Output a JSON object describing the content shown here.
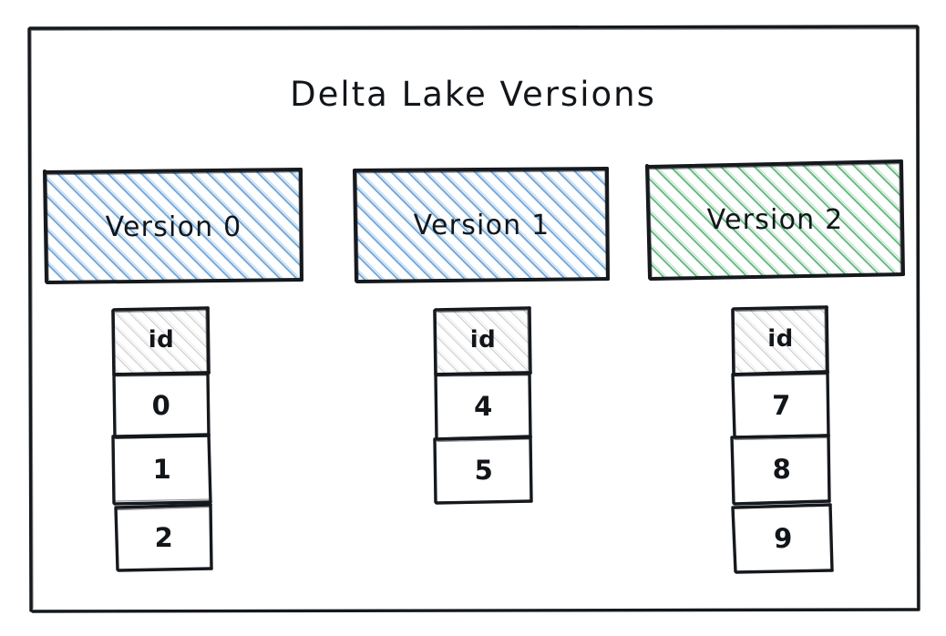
{
  "diagram": {
    "title": "Delta Lake Versions",
    "frame": {
      "label": "outer-frame"
    },
    "versions": [
      {
        "label": "Version 0",
        "fill_color": "#5b9bd5",
        "hatch": "diagonal"
      },
      {
        "label": "Version 1",
        "fill_color": "#5b9bd5",
        "hatch": "diagonal"
      },
      {
        "label": "Version 2",
        "fill_color": "#46ab68",
        "hatch": "diagonal"
      }
    ],
    "tables": [
      {
        "header": "id",
        "rows": [
          "0",
          "1",
          "2"
        ]
      },
      {
        "header": "id",
        "rows": [
          "4",
          "5"
        ]
      },
      {
        "header": "id",
        "rows": [
          "7",
          "8",
          "9"
        ]
      }
    ],
    "colors": {
      "ink": "#12161a",
      "blue_hatch": "#5b9bd5",
      "green_hatch": "#46ab68",
      "header_hatch": "#c9c9c9",
      "background": "#ffffff"
    }
  }
}
